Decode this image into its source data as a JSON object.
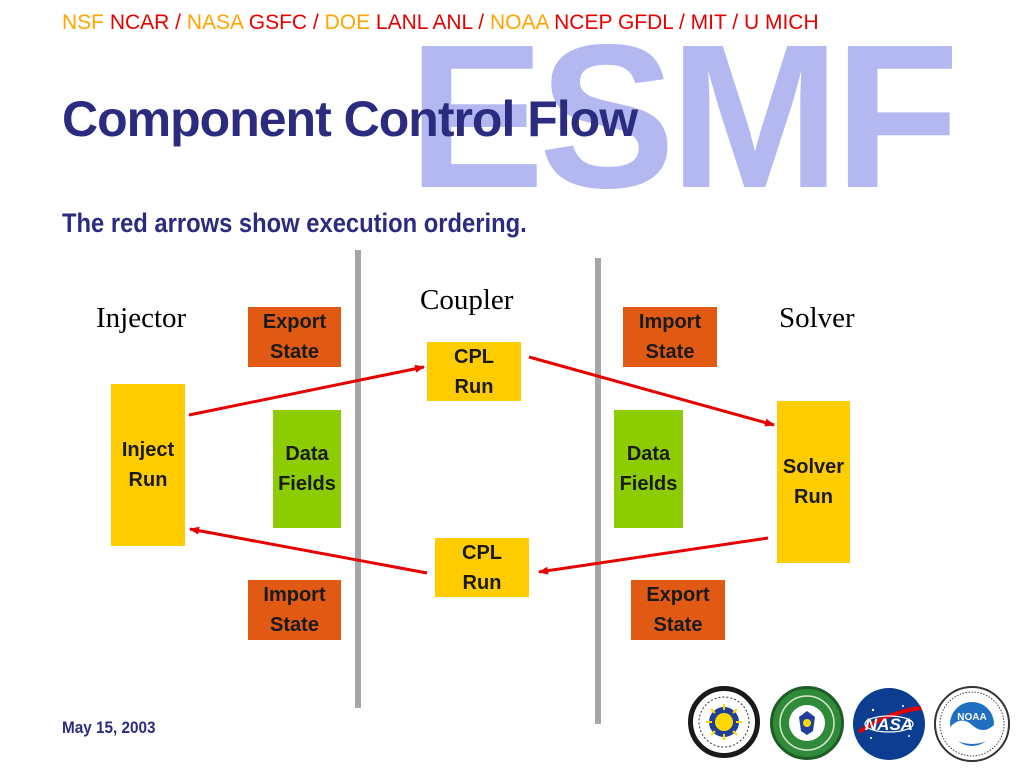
{
  "watermark": "ESMF",
  "header": {
    "parts": [
      {
        "text": "NSF ",
        "color": "yellow"
      },
      {
        "text": "NCAR / ",
        "color": "red"
      },
      {
        "text": "NASA ",
        "color": "yellow"
      },
      {
        "text": "GSFC / ",
        "color": "red"
      },
      {
        "text": "DOE ",
        "color": "yellow"
      },
      {
        "text": "LANL ANL / ",
        "color": "red"
      },
      {
        "text": "NOAA ",
        "color": "yellow"
      },
      {
        "text": "NCEP GFDL / MIT / U MICH",
        "color": "red"
      }
    ]
  },
  "title": "Component Control Flow",
  "subtitle": "The red arrows show execution ordering.",
  "diagram": {
    "labels": {
      "injector": "Injector",
      "coupler": "Coupler",
      "solver": "Solver"
    },
    "boxes": {
      "injector_export": {
        "line1": "Export",
        "line2": "State"
      },
      "injector_import": {
        "line1": "Import",
        "line2": "State"
      },
      "injector_run": {
        "line1": "Inject",
        "line2": "Run"
      },
      "injector_fields": {
        "line1": "Data",
        "line2": "Fields"
      },
      "cpl_run_top": {
        "line1": "CPL",
        "line2": "Run"
      },
      "cpl_run_bottom": {
        "line1": "CPL",
        "line2": "Run"
      },
      "solver_import": {
        "line1": "Import",
        "line2": "State"
      },
      "solver_export": {
        "line1": "Export",
        "line2": "State"
      },
      "solver_fields": {
        "line1": "Data",
        "line2": "Fields"
      },
      "solver_run": {
        "line1": "Solver",
        "line2": "Run"
      }
    },
    "colors": {
      "state": "#e05a14",
      "run": "#ffcc00",
      "fields": "#8ccc00",
      "arrow": "#e60000",
      "divider": "#a6a6a6"
    }
  },
  "footer": {
    "date": "May 15, 2003",
    "logos": [
      "nsf-logo",
      "doe-logo",
      "nasa-logo",
      "noaa-logo"
    ]
  }
}
